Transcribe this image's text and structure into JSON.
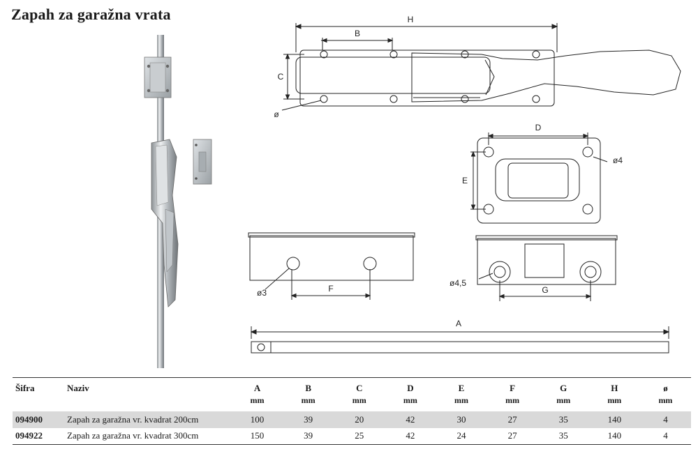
{
  "title": "Zapah za garažna vrata",
  "drawing_labels": {
    "H": "H",
    "B": "B",
    "C": "C",
    "dia": "ø",
    "D": "D",
    "E": "E",
    "dia4": "ø4",
    "dia3": "ø3",
    "F": "F",
    "dia45": "ø4,5",
    "G": "G",
    "A": "A"
  },
  "table": {
    "headers": [
      {
        "label": "Šifra",
        "unit": ""
      },
      {
        "label": "Naziv",
        "unit": ""
      },
      {
        "label": "A",
        "unit": "mm"
      },
      {
        "label": "B",
        "unit": "mm"
      },
      {
        "label": "C",
        "unit": "mm"
      },
      {
        "label": "D",
        "unit": "mm"
      },
      {
        "label": "E",
        "unit": "mm"
      },
      {
        "label": "F",
        "unit": "mm"
      },
      {
        "label": "G",
        "unit": "mm"
      },
      {
        "label": "H",
        "unit": "mm"
      },
      {
        "label": "ø",
        "unit": "mm"
      }
    ],
    "rows": [
      [
        "094900",
        "Zapah za garažna vr. kvadrat 200cm",
        "100",
        "39",
        "20",
        "42",
        "30",
        "27",
        "35",
        "140",
        "4"
      ],
      [
        "094922",
        "Zapah za garažna vr. kvadrat 300cm",
        "150",
        "39",
        "25",
        "42",
        "24",
        "27",
        "35",
        "140",
        "4"
      ]
    ]
  }
}
